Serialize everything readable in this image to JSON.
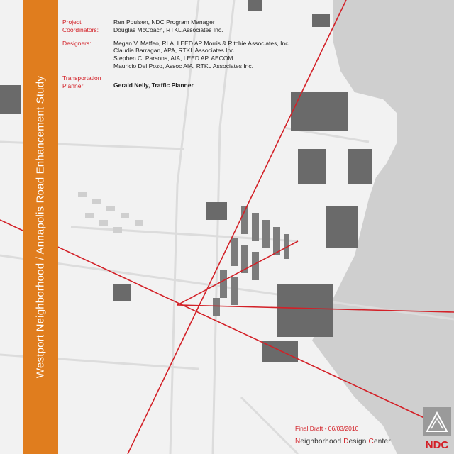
{
  "sidebar": {
    "title": "Westport Neighborhood / Annapolis Road Enhancement Study",
    "color": "#e07d1e"
  },
  "credits": [
    {
      "label": "Project Coordinators:",
      "names": [
        "Ren Poulsen, NDC Program Manager",
        "Douglas McCoach, RTKL Associates Inc."
      ]
    },
    {
      "label": "Designers:",
      "names": [
        "Megan V. Maffeo, RLA, LEED AP Morris & Ritchie Associates, Inc.",
        "Claudia Barragan, APA, RTKL Associates Inc.",
        "Stephen C. Parsons, AIA, LEED AP, AECOM",
        "Mauricio Del Pozo, Assoc AIA, RTKL Associates Inc."
      ]
    },
    {
      "label": "Transportation Planner:",
      "names": [
        "Gerald Neily, Traffic Planner"
      ]
    }
  ],
  "footer": {
    "final_draft": "Final Draft - 06/03/2010",
    "center_name": "Neighborhood Design Center",
    "logo_text": "NDC"
  },
  "colors": {
    "accent_red": "#d32027",
    "building": "#6a6a6a",
    "water": "#cfcfcf",
    "map_bg": "#f2f2f2"
  }
}
